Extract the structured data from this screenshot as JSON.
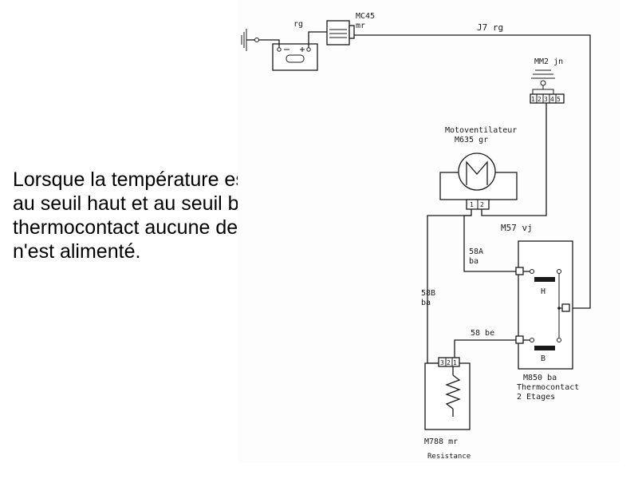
{
  "explanation": "Lorsque la température est inférieur au seuil haut et au seuil bas du thermocontact aucune des charges n'est alimenté.",
  "diagram": {
    "battery_wire": "rg",
    "connector_mc45": "MC45",
    "connector_mc45_color": "mr",
    "wire_j7": "J7 rg",
    "connector_mm2": "MM2 jn",
    "connector_mm2_pins": [
      "1",
      "2",
      "3",
      "4",
      "5"
    ],
    "fan_title": "Motoventilateur",
    "fan_ref": "M635 gr",
    "fan_pins": [
      "1",
      "2"
    ],
    "wire_m57": "M57 vj",
    "wire_58a": "58A",
    "wire_58a_color": "ba",
    "wire_58b": "58B",
    "wire_58b_color": "ba",
    "wire_58be": "58 be",
    "stage_high": "H",
    "stage_low": "B",
    "thermocontact_ref": "M850 ba",
    "thermocontact_name": "Thermocontact",
    "thermocontact_stages": "2 Etages",
    "resistor_pins": [
      "3",
      "2",
      "1"
    ],
    "resistor_ref": "M788 mr",
    "resistor_name": "Resistance"
  }
}
